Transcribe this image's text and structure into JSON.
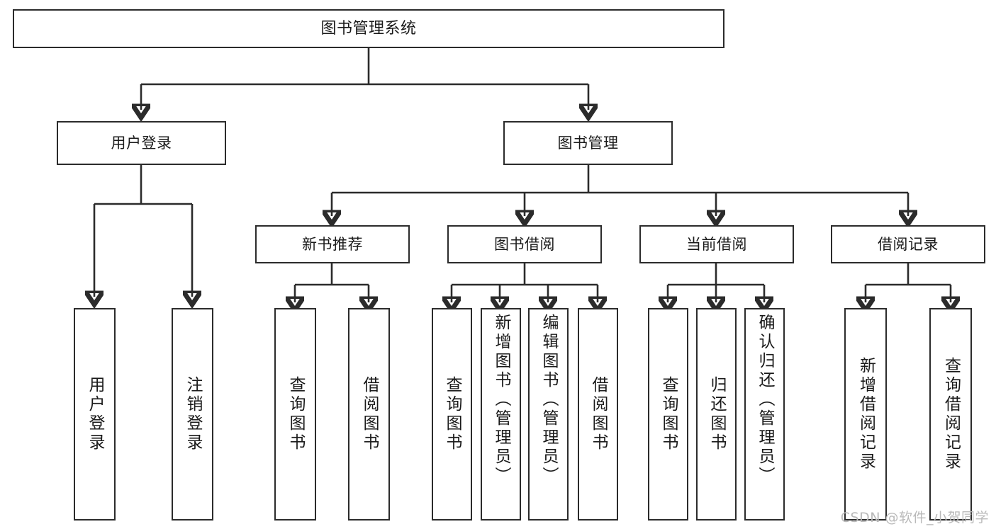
{
  "diagram": {
    "type": "tree-hierarchy",
    "title": "图书管理系统",
    "watermark": "CSDN @软件_小贺同学",
    "colors": {
      "stroke": "#2b2b2b",
      "fill": "#ffffff",
      "text": "#1a1a1a",
      "watermark": "#b9b9b9"
    },
    "root": {
      "label": "图书管理系统"
    },
    "level1": [
      {
        "label": "用户登录"
      },
      {
        "label": "图书管理"
      }
    ],
    "level2": [
      {
        "label": "新书推荐"
      },
      {
        "label": "图书借阅"
      },
      {
        "label": "当前借阅"
      },
      {
        "label": "借阅记录"
      }
    ],
    "leaves": {
      "user_login": [
        {
          "label": "用户登录"
        },
        {
          "label": "注销登录"
        }
      ],
      "new_book_recommend": [
        {
          "label": "查询图书"
        },
        {
          "label": "借阅图书"
        }
      ],
      "book_borrow": [
        {
          "label": "查询图书"
        },
        {
          "label": "新增图书（管理员）"
        },
        {
          "label": "编辑图书（管理员）"
        },
        {
          "label": "借阅图书"
        }
      ],
      "current_borrow": [
        {
          "label": "查询图书"
        },
        {
          "label": "归还图书"
        },
        {
          "label": "确认归还（管理员）"
        }
      ],
      "borrow_record": [
        {
          "label": "新增借阅记录"
        },
        {
          "label": "查询借阅记录"
        }
      ]
    }
  }
}
